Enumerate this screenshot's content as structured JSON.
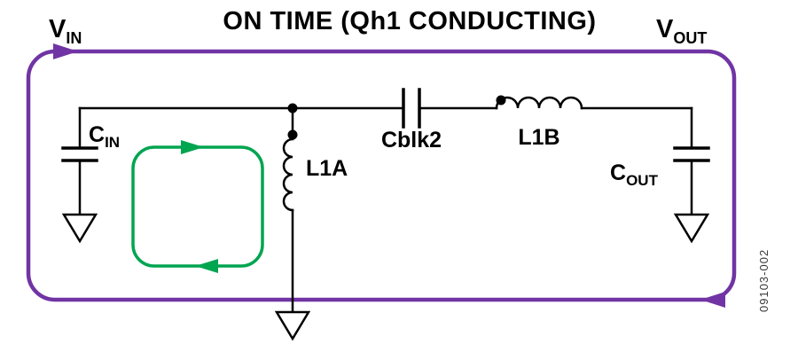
{
  "title": "ON TIME (Qh1 CONDUCTING)",
  "watermark": "09103-002",
  "labels": {
    "vin": {
      "main": "V",
      "sub": "IN"
    },
    "vout": {
      "main": "V",
      "sub": "OUT"
    },
    "cin": {
      "main": "C",
      "sub": "IN"
    },
    "cout": {
      "main": "C",
      "sub": "OUT"
    },
    "l1a": "L1A",
    "l1b": "L1B",
    "cblk2": "Cblk2"
  },
  "colors": {
    "outer_loop": "#7134A4",
    "inner_loop": "#00A550",
    "wire": "#000000"
  },
  "loops": [
    {
      "name": "outer-current-loop",
      "color": "#7134A4",
      "top_arrow": "right",
      "bottom_arrow": "left"
    },
    {
      "name": "inner-current-loop",
      "color": "#00A550",
      "top_arrow": "right",
      "bottom_arrow": "left"
    }
  ]
}
